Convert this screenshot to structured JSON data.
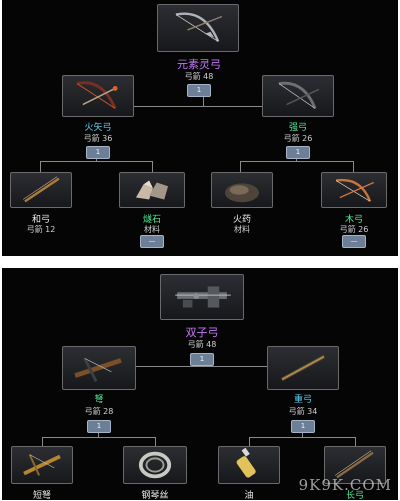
{
  "colors": {
    "purple": "#c277f2",
    "cyan": "#58d2f2",
    "green": "#52ee9a",
    "white": "#eeeeee"
  },
  "top": {
    "root": {
      "name": "元素灵弓",
      "sub": "弓箭 48",
      "badge": "1",
      "icon": "elemental-bow-icon"
    },
    "left": {
      "name": "火矢弓",
      "sub": "弓箭 36",
      "badge": "1",
      "icon": "fire-arrow-bow-icon"
    },
    "right": {
      "name": "强弓",
      "sub": "弓箭 26",
      "badge": "1",
      "icon": "strong-bow-icon"
    },
    "leaves": [
      {
        "name": "和弓",
        "sub": "弓箭 12",
        "icon": "longbow-icon"
      },
      {
        "name": "燧石",
        "sub": "材料",
        "badge": "—",
        "icon": "flint-icon"
      },
      {
        "name": "火药",
        "sub": "材料",
        "icon": "gunpowder-icon"
      },
      {
        "name": "木弓",
        "sub": "弓箭 26",
        "badge": "—",
        "icon": "wooden-bow-icon"
      }
    ]
  },
  "bottom": {
    "root": {
      "name": "双子弓",
      "sub": "弓箭 48",
      "badge": "1",
      "icon": "twin-crossbow-icon"
    },
    "left": {
      "name": "弩",
      "sub": "弓箭 28",
      "badge": "1",
      "icon": "crossbow-icon"
    },
    "right": {
      "name": "重弓",
      "sub": "弓箭 34",
      "badge": "1",
      "icon": "heavy-bow-icon"
    },
    "leaves": [
      {
        "name": "短弩",
        "icon": "short-crossbow-icon"
      },
      {
        "name": "钢琴丝",
        "icon": "piano-wire-icon"
      },
      {
        "name": "油",
        "icon": "oil-bottle-icon"
      },
      {
        "name": "长弓",
        "icon": "longbow-icon"
      }
    ]
  },
  "watermark": "9K9K.COM"
}
